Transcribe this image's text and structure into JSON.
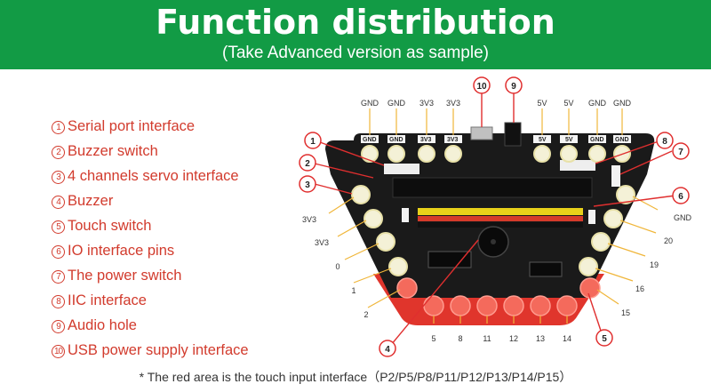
{
  "header": {
    "title": "Function distribution",
    "subtitle": "(Take Advanced version as sample)"
  },
  "legend": [
    {
      "number": "1",
      "label": "Serial port interface"
    },
    {
      "number": "2",
      "label": "Buzzer switch"
    },
    {
      "number": "3",
      "label": "4 channels servo interface"
    },
    {
      "number": "4",
      "label": "Buzzer"
    },
    {
      "number": "5",
      "label": "Touch switch"
    },
    {
      "number": "6",
      "label": "IO interface pins"
    },
    {
      "number": "7",
      "label": "The power switch"
    },
    {
      "number": "8",
      "label": "IIC interface"
    },
    {
      "number": "9",
      "label": "Audio hole"
    },
    {
      "number": "10",
      "label": "USB power supply interface"
    }
  ],
  "top_pins": [
    "GND",
    "GND",
    "3V3",
    "3V3",
    "5V",
    "5V",
    "GND",
    "GND"
  ],
  "left_pins": [
    "3V3",
    "3V3",
    "0",
    "1",
    "2"
  ],
  "right_pins": [
    "GND",
    "20",
    "19",
    "16",
    "15"
  ],
  "bottom_pins": [
    "5",
    "8",
    "11",
    "12",
    "13",
    "14"
  ],
  "callouts": [
    "1",
    "2",
    "3",
    "4",
    "5",
    "6",
    "7",
    "8",
    "9",
    "10"
  ],
  "footnote": "* The red area is the touch input interface（P2/P5/P8/P11/P12/P13/P14/P15）",
  "colors": {
    "header_green": "#129b45",
    "legend_red": "#d23b2d",
    "board_black": "#1a1a1a",
    "touch_red": "#e0352c"
  }
}
